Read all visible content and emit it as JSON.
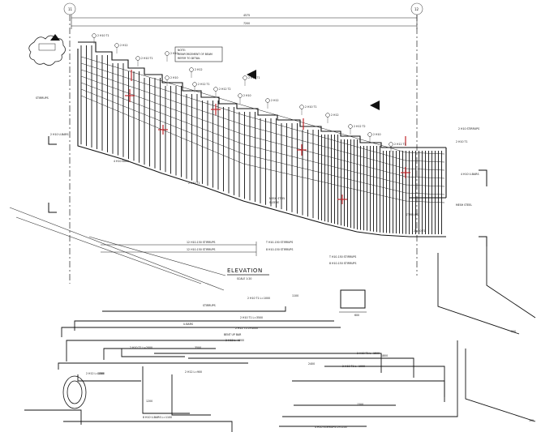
{
  "drawing": {
    "title": "ELEVATION",
    "scale_note": "SCALE 1:20",
    "grid_left": "11",
    "grid_right": "12",
    "overall_dims": [
      "4575",
      "7200"
    ],
    "note_box": [
      "NOTE:",
      "REINFORCEMENT OF BEAM",
      "REFER TO DETAIL"
    ],
    "callouts": [
      "2 H10 T1",
      "2 H12",
      "2 H10 T1",
      "2 H10",
      "2 H12 T1",
      "2 H12 T2",
      "2 H10",
      "2 H12",
      "2 H10 T1",
      "2 H12",
      "2 H12 T2",
      "2 H10",
      "2 H12 T1",
      "2 H10",
      "2 H12",
      "2 H12 T1"
    ],
    "stirrup_labels": [
      "12 H10-150 STIRRUPS",
      "12 H10-150 STIRRUPS",
      "T H10-150 STIRRUPS",
      "8 H10-150 STIRRUPS",
      "T H10-150 STIRRUPS",
      "8 H10-150 STIRRUPS"
    ],
    "left_labels": [
      "STIRRUPS",
      "2 H10 U-BARS",
      "4 H10 BARS",
      "2 H10 T1"
    ],
    "right_labels": [
      "2 H10 STIRRUPS",
      "2 H10 T1",
      "4 H10 U-BARS",
      "2 H10 T1",
      "MESH STEEL",
      "STIRRUPS"
    ],
    "mesh_steel": "MESH STEEL",
    "sleeve": "SLEEVE",
    "bar_schedule": [
      "2 H10 T1  L=1000",
      "2 H10 T1  L=3500",
      "2 H12 T1  L=4000",
      "2 H12  L=1200",
      "2 H10 T1  L=2000",
      "2 H10 T1  L=1500",
      "2 H12  L=1500",
      "2 H10 T1  L=1000",
      "2 H12  L=900",
      "8 H10 U-BARS  L=1100",
      "4 H10 STIRRUPS  L=1100"
    ],
    "schedule_subs": [
      "STIRRUPS",
      "U-BARS",
      "BENT UP BAR"
    ],
    "dims": [
      "1000",
      "3500",
      "2400",
      "1800",
      "1200",
      "1500",
      "900",
      "600",
      "1100",
      "300"
    ]
  }
}
